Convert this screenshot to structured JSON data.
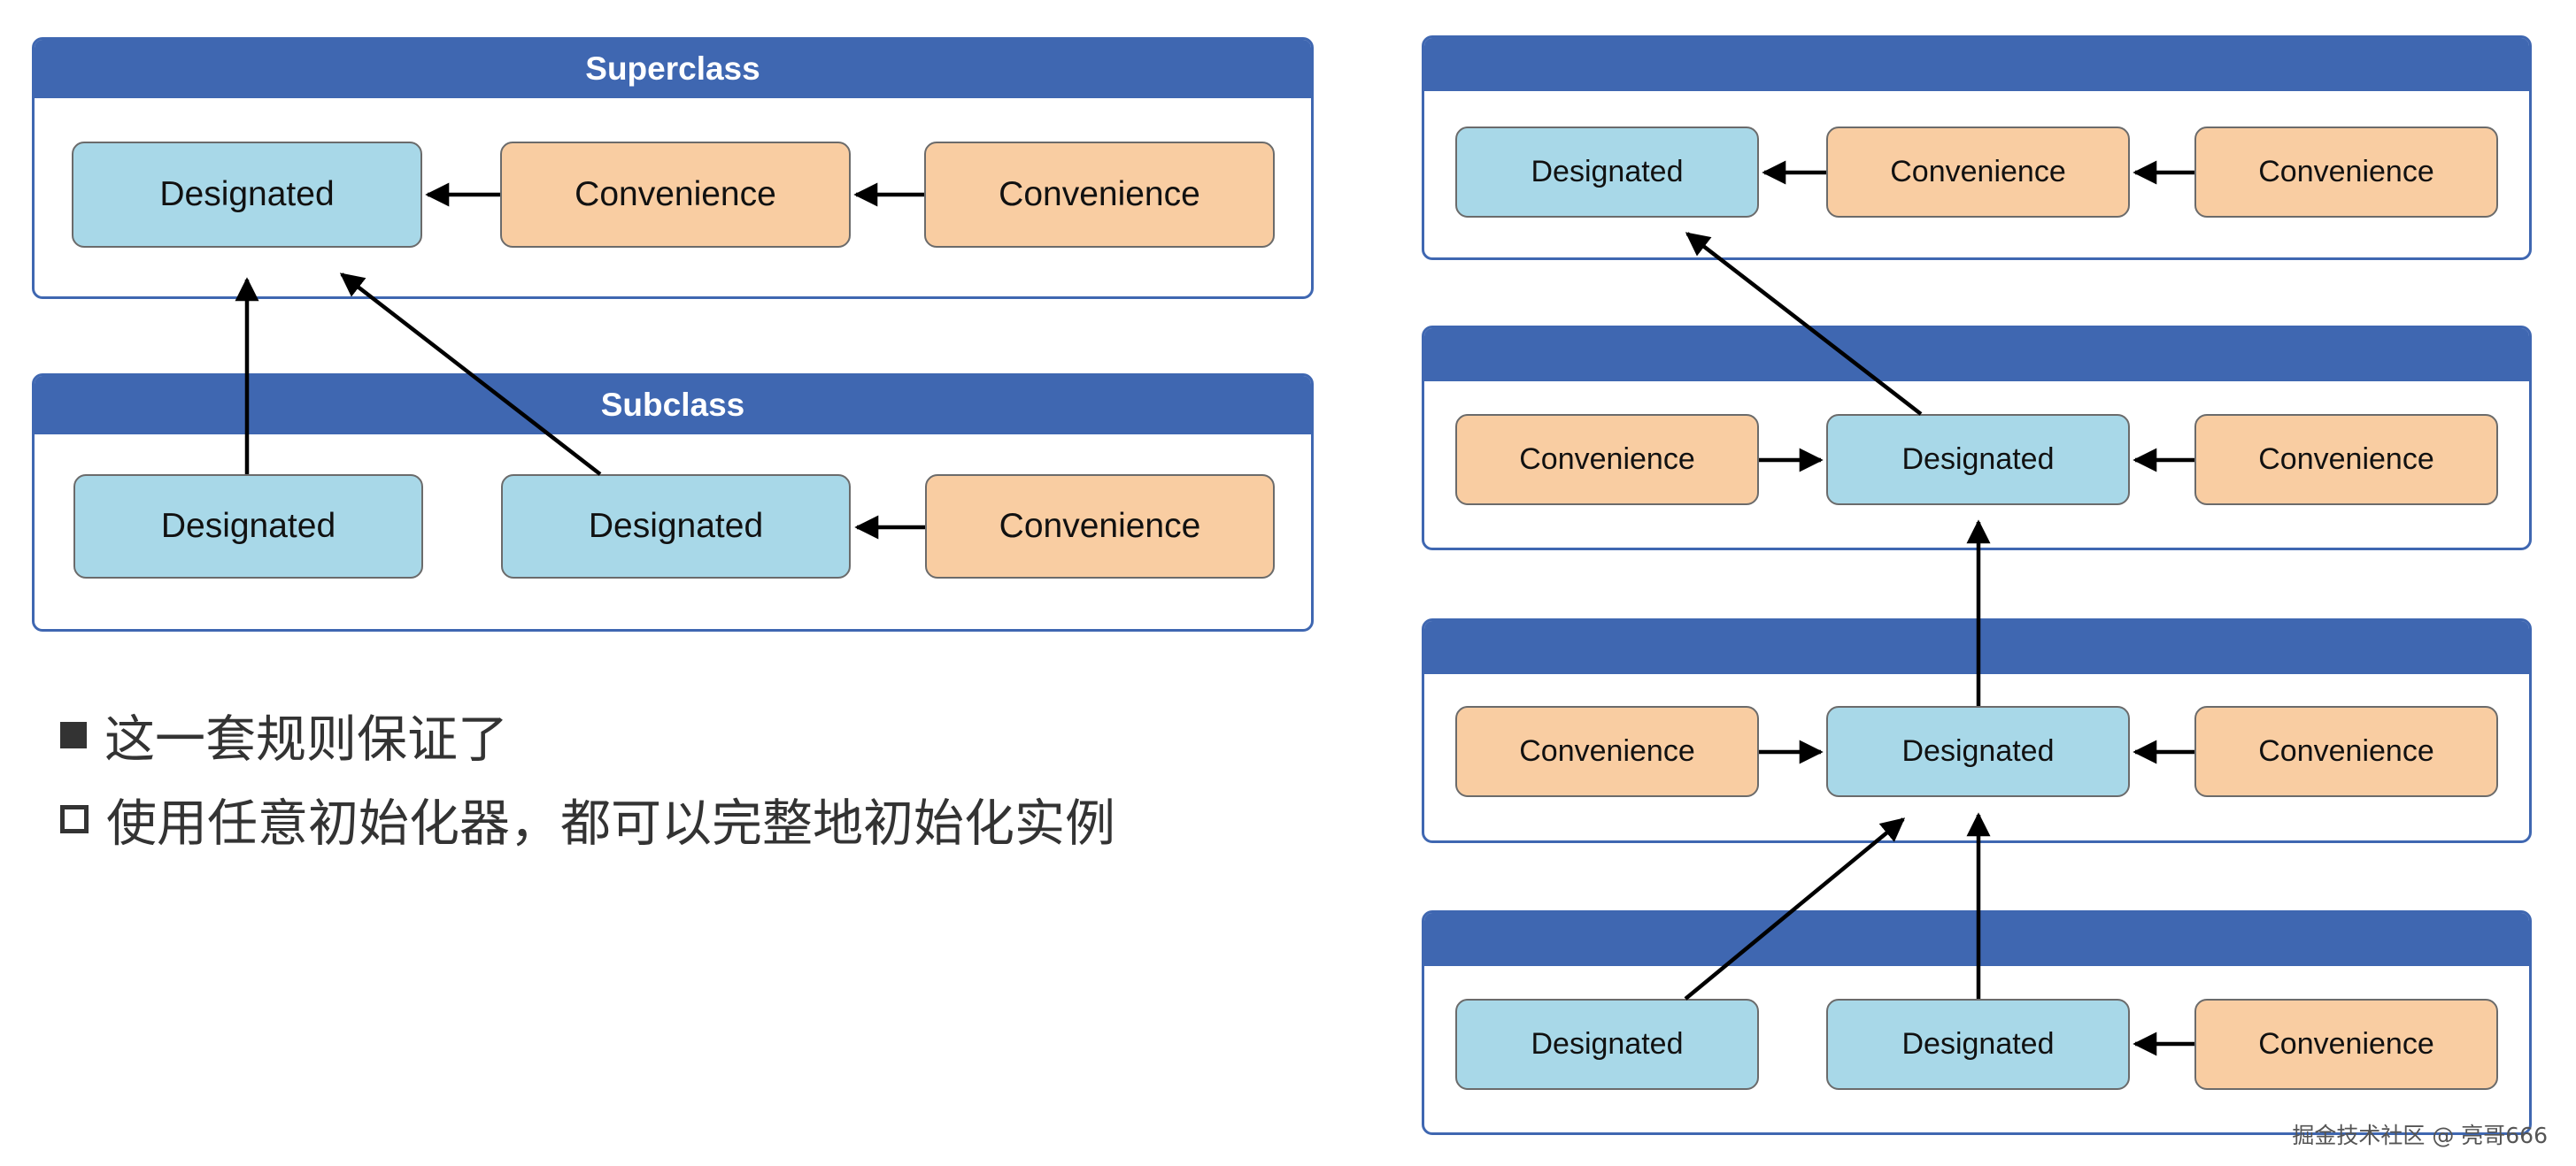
{
  "left_diagram": {
    "superclass": {
      "title": "Superclass",
      "nodes": [
        "Designated",
        "Convenience",
        "Convenience"
      ]
    },
    "subclass": {
      "title": "Subclass",
      "nodes": [
        "Designated",
        "Designated",
        "Convenience"
      ]
    }
  },
  "bullets": [
    "这一套规则保证了",
    "使用任意初始化器，都可以完整地初始化实例"
  ],
  "right_diagram": {
    "levels": [
      {
        "title": "",
        "nodes": [
          "Designated",
          "Convenience",
          "Convenience"
        ]
      },
      {
        "title": "",
        "nodes": [
          "Convenience",
          "Designated",
          "Convenience"
        ]
      },
      {
        "title": "",
        "nodes": [
          "Convenience",
          "Designated",
          "Convenience"
        ]
      },
      {
        "title": "",
        "nodes": [
          "Designated",
          "Designated",
          "Convenience"
        ]
      }
    ]
  },
  "watermark": "掘金技术社区 @ 亮哥666",
  "colors": {
    "header_blue": "#3f67b1",
    "designated_fill": "#a8d8e8",
    "convenience_fill": "#f9cda2"
  }
}
